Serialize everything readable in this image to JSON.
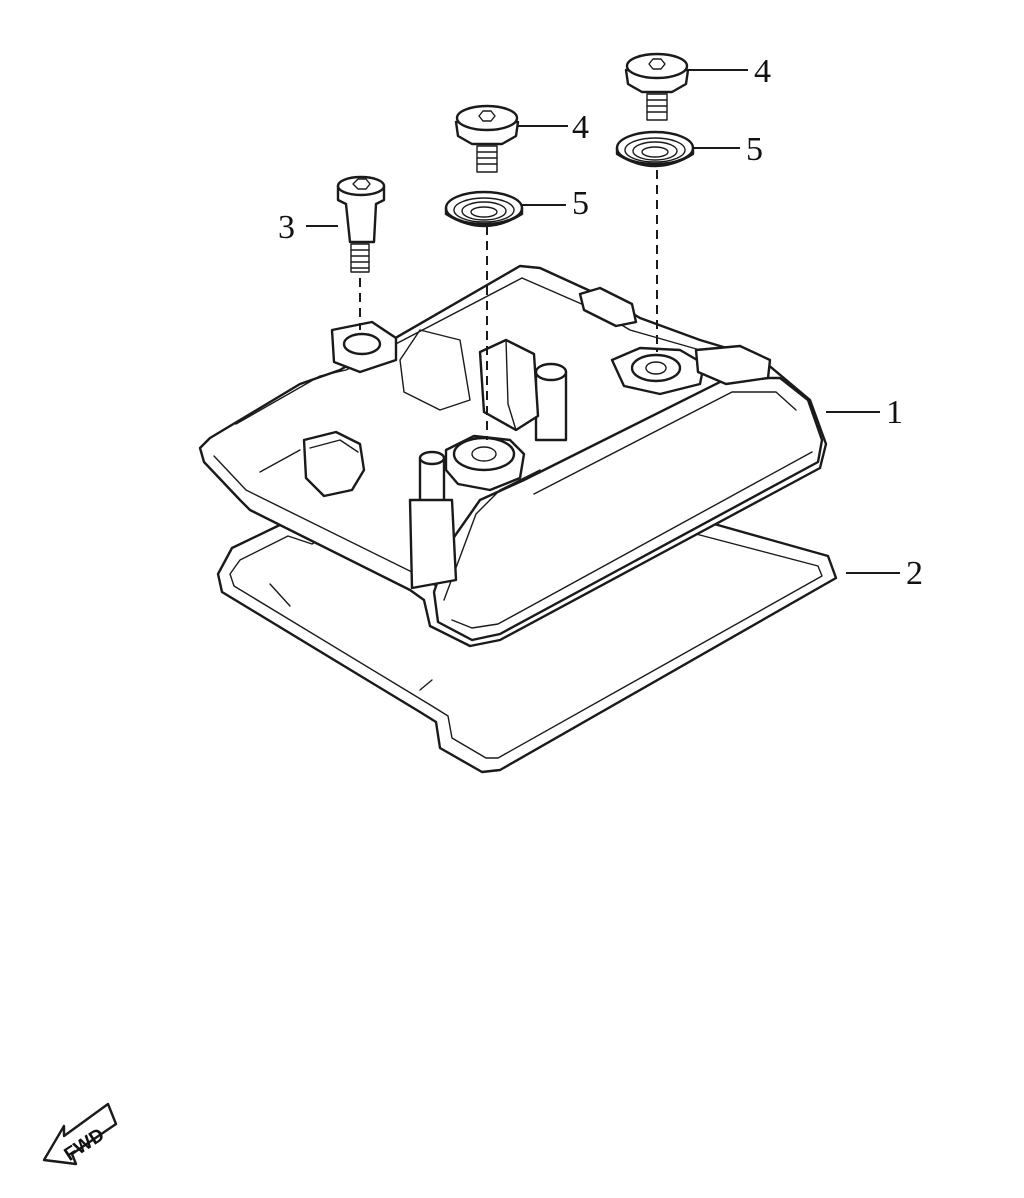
{
  "callouts": {
    "c1": "1",
    "c2": "2",
    "c3": "3",
    "c4a": "4",
    "c4b": "4",
    "c5a": "5",
    "c5b": "5"
  },
  "direction_label": "FWD"
}
